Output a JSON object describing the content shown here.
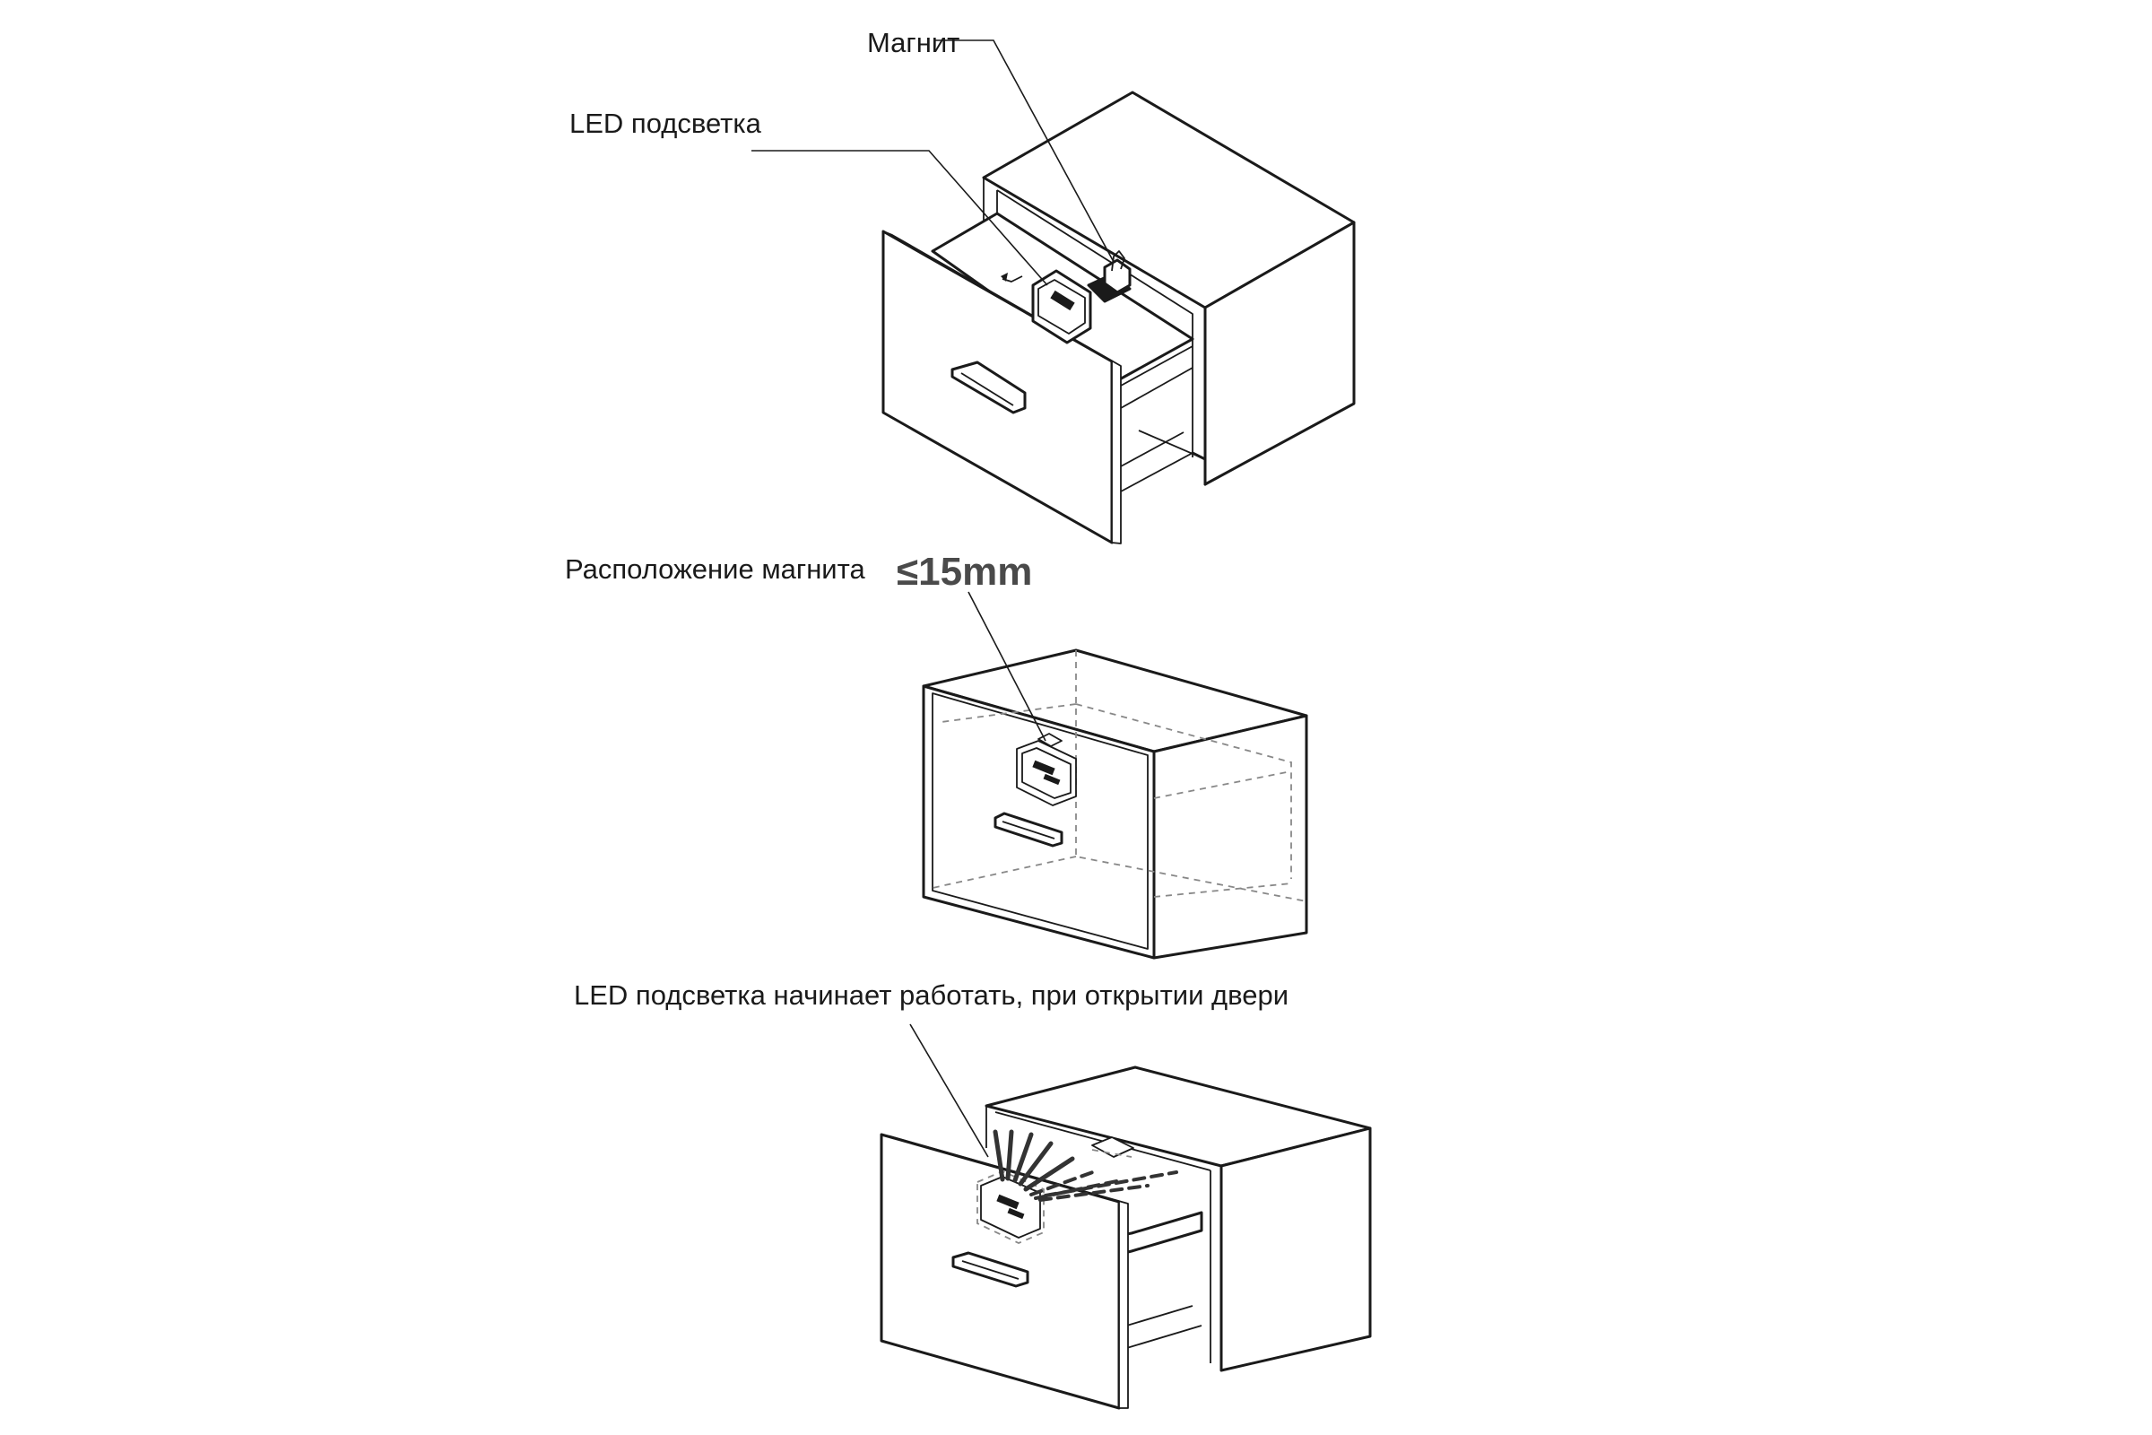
{
  "labels": {
    "magnet": "Магнит",
    "led_light": "LED подсветка",
    "magnet_position": "Расположение  магнита",
    "distance": "≤15mm",
    "led_works_on_open": "LED подсветка  начинает работать, при открытии двери"
  }
}
